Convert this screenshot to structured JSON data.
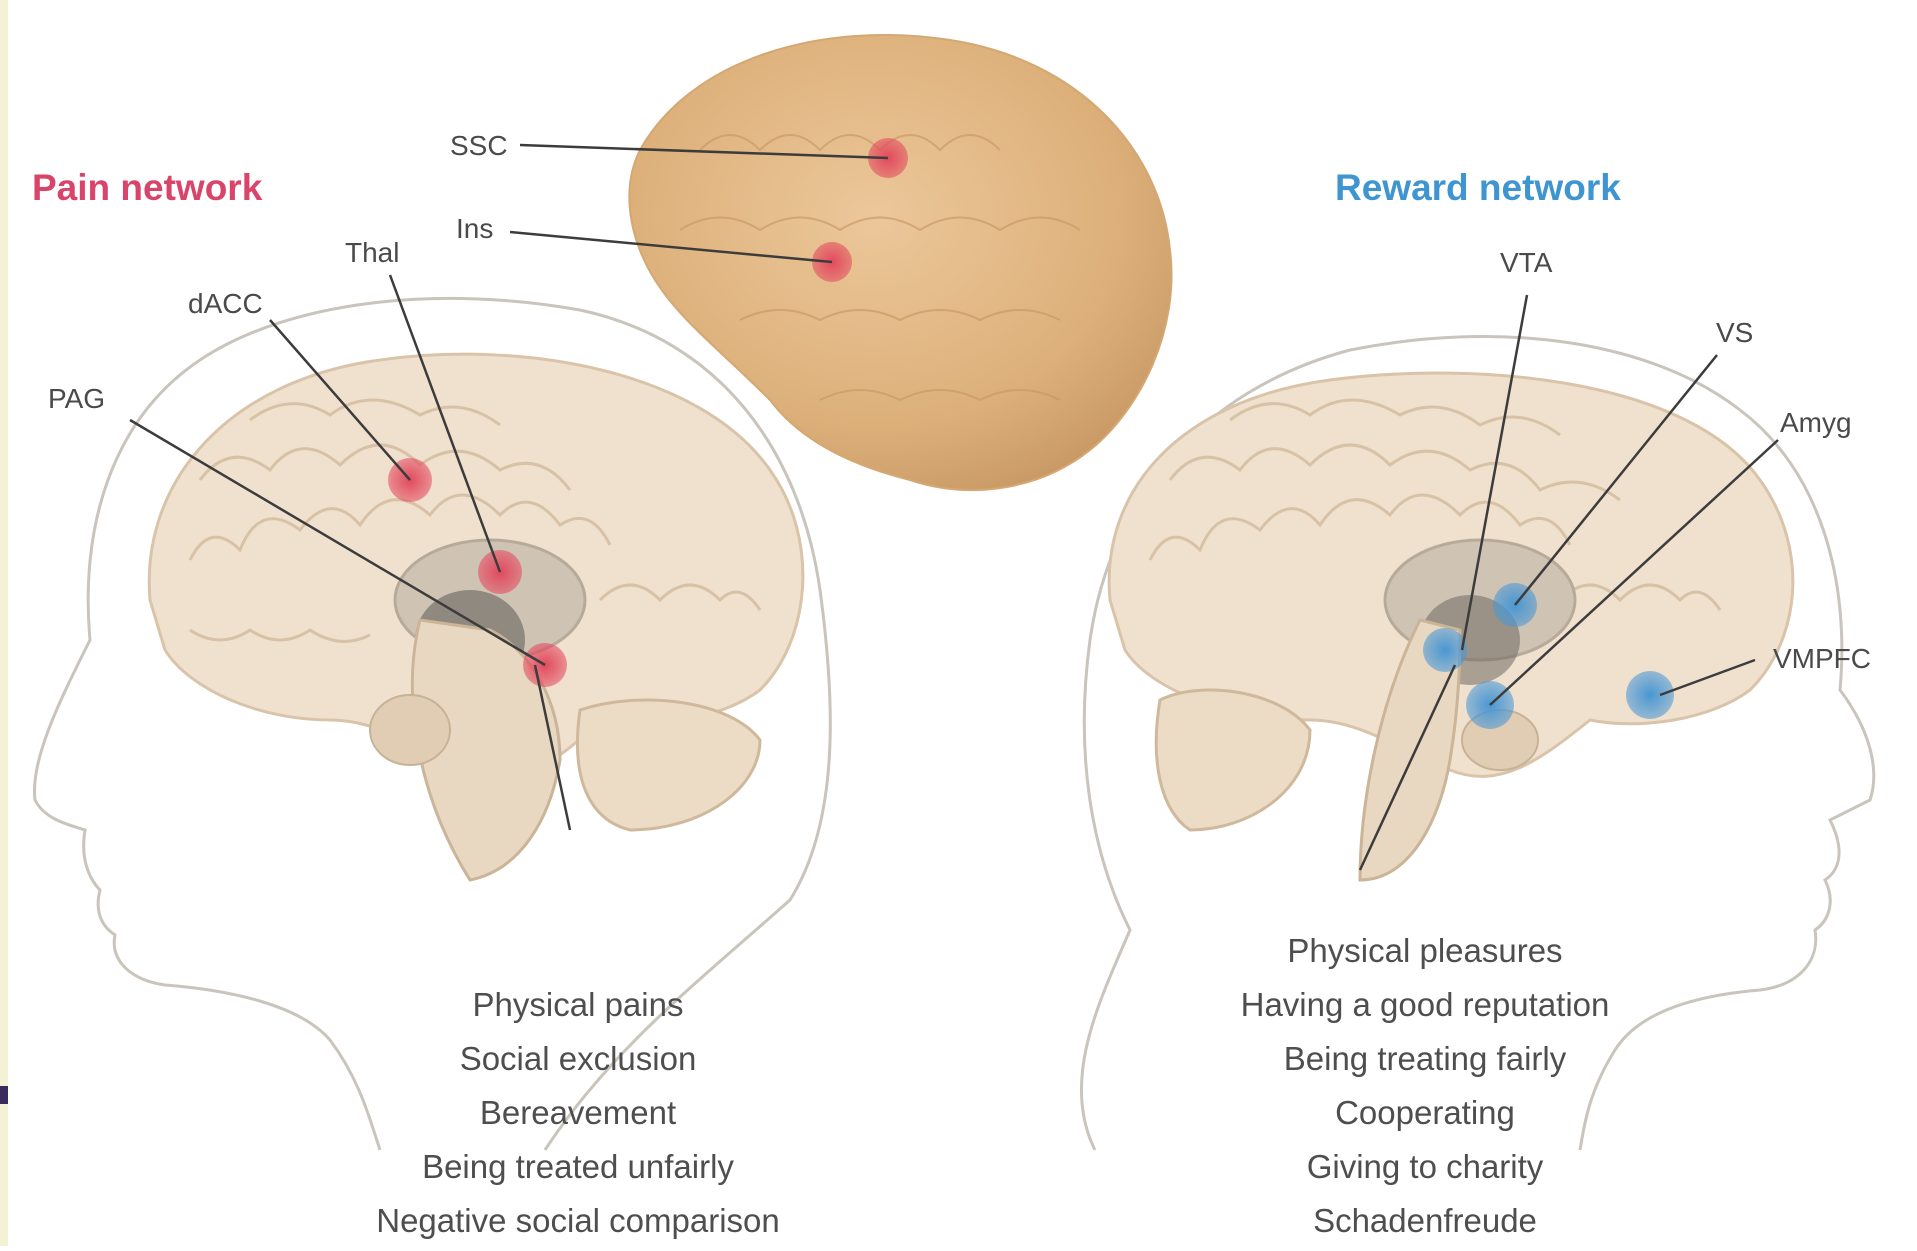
{
  "pain_network": {
    "title": "Pain network",
    "title_color": "#d9456a",
    "marker_color": "#e0455c",
    "labels": {
      "ssc": "SSC",
      "ins": "Ins",
      "thal": "Thal",
      "dacc": "dACC",
      "pag": "PAG"
    },
    "conditions": [
      "Physical pains",
      "Social exclusion",
      "Bereavement",
      "Being treated unfairly",
      "Negative social comparison"
    ]
  },
  "reward_network": {
    "title": "Reward network",
    "title_color": "#3f95cf",
    "marker_color": "#4a97d3",
    "labels": {
      "vta": "VTA",
      "vs": "VS",
      "amyg": "Amyg",
      "vmpfc": "VMPFC"
    },
    "conditions": [
      "Physical pleasures",
      "Having a good reputation",
      "Being treating fairly",
      "Cooperating",
      "Giving to charity",
      "Schadenfreude"
    ]
  }
}
